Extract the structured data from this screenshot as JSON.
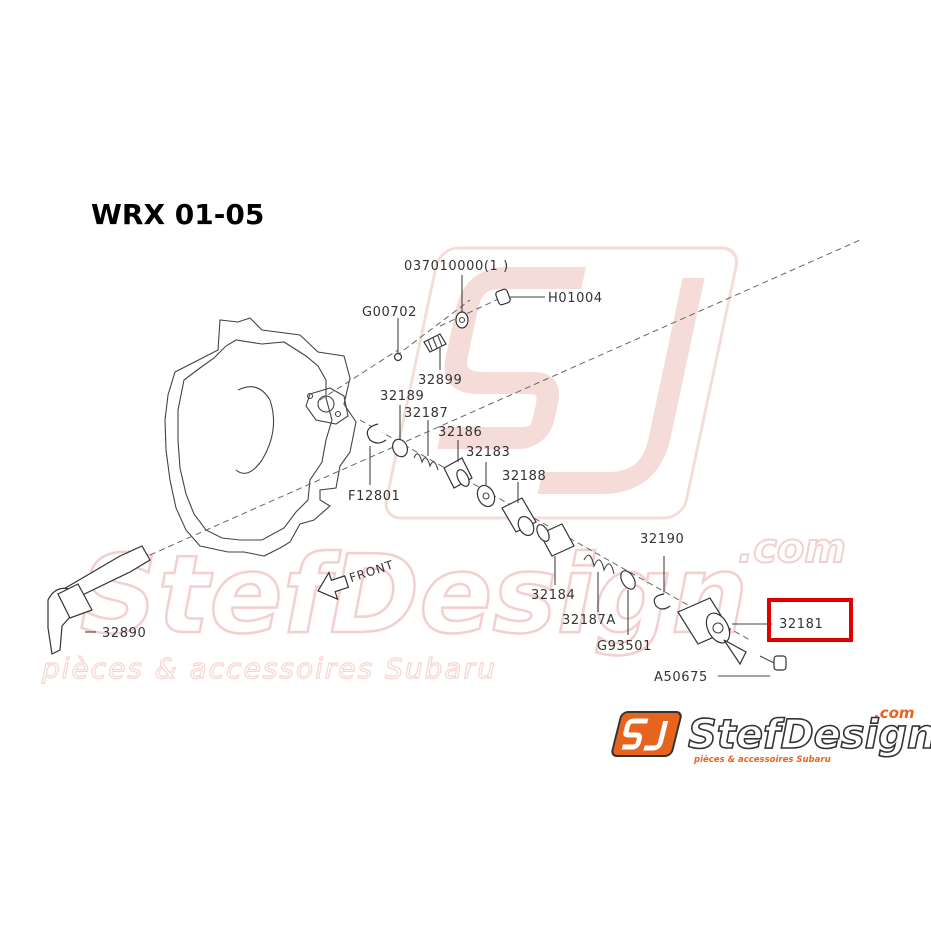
{
  "title": "WRX 01-05",
  "front_label": "FRONT",
  "watermark": {
    "name": "StefDesign",
    "domain": ".com",
    "tagline": "pièces & accessoires Subaru"
  },
  "logo": {
    "name": "StefDesign",
    "domain": ".com",
    "tagline": "pièces & accessoires Subaru"
  },
  "labels": {
    "p037010000": "037010000(1 )",
    "pH01004": "H01004",
    "pG00702": "G00702",
    "p32899": "32899",
    "p32189": "32189",
    "p32187": "32187",
    "p32186": "32186",
    "p32183": "32183",
    "p32188": "32188",
    "pF12801": "F12801",
    "p32190": "32190",
    "p32184": "32184",
    "p32187A": "32187A",
    "pG93501": "G93501",
    "p32181": "32181",
    "pA50675": "A50675",
    "p32890": "32890"
  },
  "highlight": {
    "part": "32181",
    "color": "#e00000"
  },
  "colors": {
    "brand_orange": "#e8641e",
    "watermark": "#f3cfcf",
    "line_art": "#333333"
  }
}
